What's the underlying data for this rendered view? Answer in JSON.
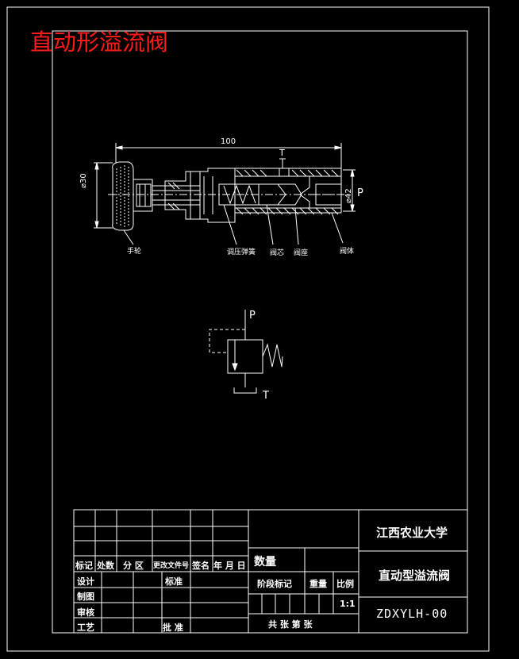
{
  "title": "直动形溢流阀",
  "drawing": {
    "dim_length": "100",
    "dim_left_dia": "⌀30",
    "dim_right_dia": "⌀42",
    "port_T": "T",
    "port_P": "P",
    "parts": [
      "手轮",
      "调压弹簧",
      "阀芯",
      "阀座",
      "阀体"
    ]
  },
  "symbol": {
    "port_P": "P",
    "port_T": "T"
  },
  "title_block": {
    "university": "江西农业大学",
    "drawing_name": "直动型溢流阀",
    "drawing_number": "ZDXYLH-00",
    "scale": "1:1",
    "quantity_label": "数量",
    "header_labels": [
      "标记",
      "处数",
      "分 区",
      "更改文件号",
      "签名",
      "年 月 日"
    ],
    "row_design": "设计",
    "row_standard": "标准",
    "row_drafting": "制图",
    "row_review": "审核",
    "row_process": "工艺",
    "row_approve": "批 准",
    "stage_label": "阶段标记",
    "weight_label": "重量",
    "scale_label": "比例",
    "sheets_label": "共  张  第  张"
  }
}
